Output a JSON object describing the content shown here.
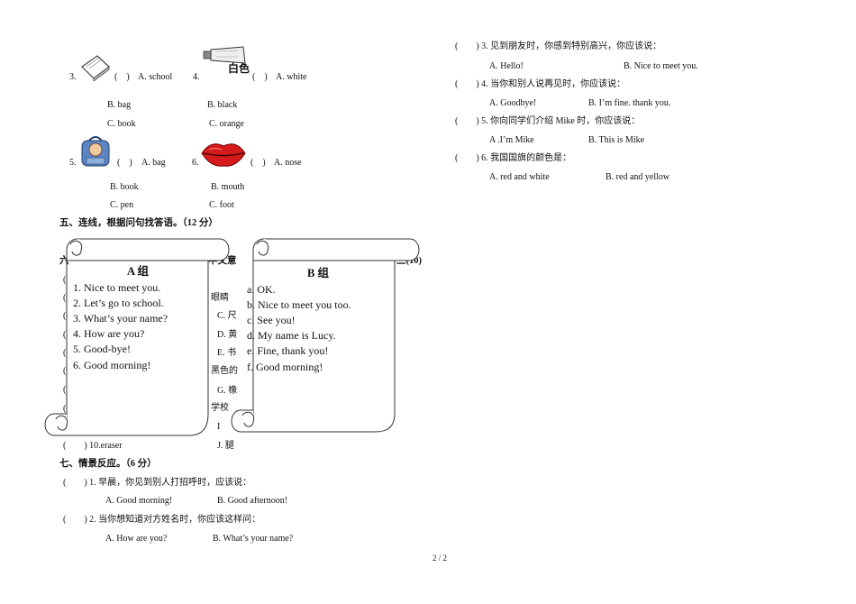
{
  "section4": {
    "q3": {
      "num": "3.",
      "paren": "(　)",
      "a": "A. school",
      "b": "B. bag",
      "c": "C. book"
    },
    "q4": {
      "num": "4.",
      "pic_label": "白色",
      "paren": "(　)",
      "a": "A. white",
      "b": "B. black",
      "c": "C. orange"
    },
    "q5": {
      "num": "5.",
      "paren": "(　)",
      "a": "A. bag",
      "b": "B. book",
      "c": "C. pen"
    },
    "q6": {
      "num": "6.",
      "paren": "(　)",
      "a": "A. nose",
      "b": "B. mouth",
      "c": "C. foot"
    }
  },
  "section5": {
    "heading": "五、连线，根据问句找答语。（12 分）",
    "group_a": {
      "title": "A 组",
      "items": [
        "1. Nice to meet you.",
        "2. Let’s go to school.",
        "3. What’s your name?",
        "4. How are you?",
        "5. Good-bye!",
        "6. Good morning!"
      ]
    },
    "group_b": {
      "title": "B 组",
      "items": [
        "a. OK.",
        "b. Nice to meet you too.",
        "c. See you!",
        "d. My name is Lucy.",
        "e. Fine, thank you!",
        "f. Good  morning!"
      ]
    }
  },
  "section6_partial": {
    "heading_start": "六",
    "heading_mid": "中文意",
    "heading_end": "三(10)",
    "left_paren_fragments": [
      "(",
      "(",
      "(",
      "(",
      "(",
      "(",
      "(",
      "(",
      "("
    ],
    "right_fragments": [
      "眼睛",
      "C. 尺",
      "D. 黄",
      "E. 书",
      "黑色的",
      "G. 橡",
      "学校",
      "I"
    ],
    "q10": "(　　) 10.eraser",
    "j": "J. 腿"
  },
  "section7": {
    "heading": "七、情景反应。（6 分）",
    "questions": [
      {
        "stem": "(　　) 1. 早晨，你见到别人打招呼时，应该说：",
        "a": "A. Good morning!",
        "b": "B. Good afternoon!"
      },
      {
        "stem": "(　　) 2. 当你想知道对方姓名时，你应该这样问：",
        "a": "A. How are you?",
        "b": "B. What’s your name?"
      },
      {
        "stem": "(　　) 3. 见到朋友时，你感到特别高兴，你应该说：",
        "a": "A. Hello!",
        "b": "B. Nice to meet you."
      },
      {
        "stem": "(　　) 4. 当你和别人说再见时，你应该说：",
        "a": "A. Goodbye!",
        "b": "B. I’m fine. thank you."
      },
      {
        "stem": "(　　) 5. 你向同学们介绍 Mike 时，你应该说：",
        "a": "A .I’m Mike",
        "b": "B. This is Mike"
      },
      {
        "stem": "(　　) 6. 我国国旗的颜色是：",
        "a": "A. red  and  white",
        "b": "B. red  and  yellow"
      }
    ]
  },
  "footer": {
    "page": "2 / 2"
  }
}
